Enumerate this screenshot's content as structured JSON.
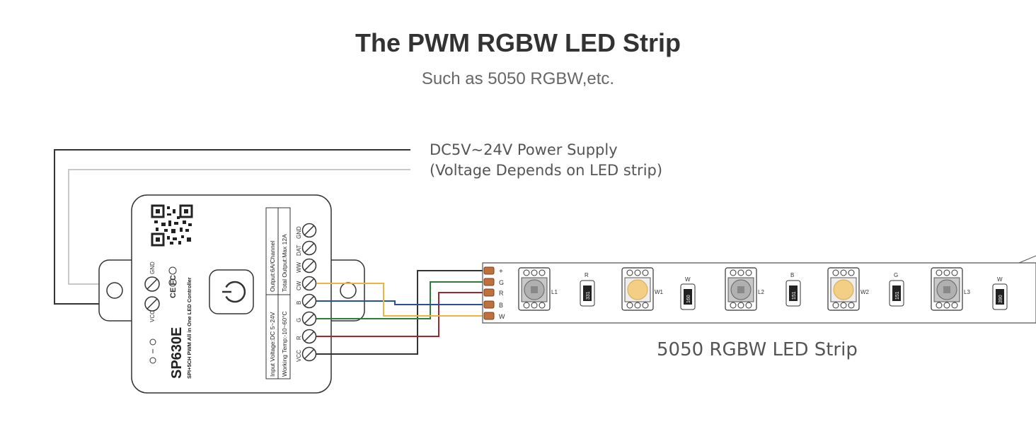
{
  "header": {
    "title": "The PWM RGBW LED Strip",
    "subtitle": "Such as 5050 RGBW,etc."
  },
  "power_supply": {
    "line1": "DC5V~24V Power Supply",
    "line2": "(Voltage Depends on LED strip)"
  },
  "strip": {
    "label": "5050 RGBW LED Strip",
    "pads": [
      "+",
      "G",
      "R",
      "B",
      "W"
    ],
    "resistors": [
      {
        "channel": "R",
        "value": "331"
      },
      {
        "channel": "W",
        "value": "160"
      },
      {
        "channel": "B",
        "value": "151"
      },
      {
        "channel": "G",
        "value": "151"
      },
      {
        "channel": "W",
        "value": "390"
      }
    ],
    "leds": [
      "L1",
      "W1",
      "L2",
      "W2",
      "L3"
    ]
  },
  "controller": {
    "model": "SP630E",
    "description": "SPI+5CH PWM All in One LED Controller",
    "spec_input": "Input Voltage:DC 5~24V",
    "spec_working": "Working Temp:-10~60°C",
    "spec_output": "Output:6A/Channel",
    "spec_total": "Total Output:Max 12A",
    "terminals": [
      "GND",
      "DAT",
      "WW",
      "CW",
      "B",
      "G",
      "R",
      "VCC"
    ],
    "power_terminals": [
      "GND",
      "VCC"
    ]
  },
  "colors": {
    "wire_black": "#333333",
    "wire_gray": "#c8c8c8",
    "wire_yellow": "#f0b43c",
    "wire_blue": "#2a4fa0",
    "wire_green": "#2e7d3a",
    "wire_red": "#a8232a",
    "pad_copper": "#c0703a",
    "warm_led": "#f3cf86"
  }
}
